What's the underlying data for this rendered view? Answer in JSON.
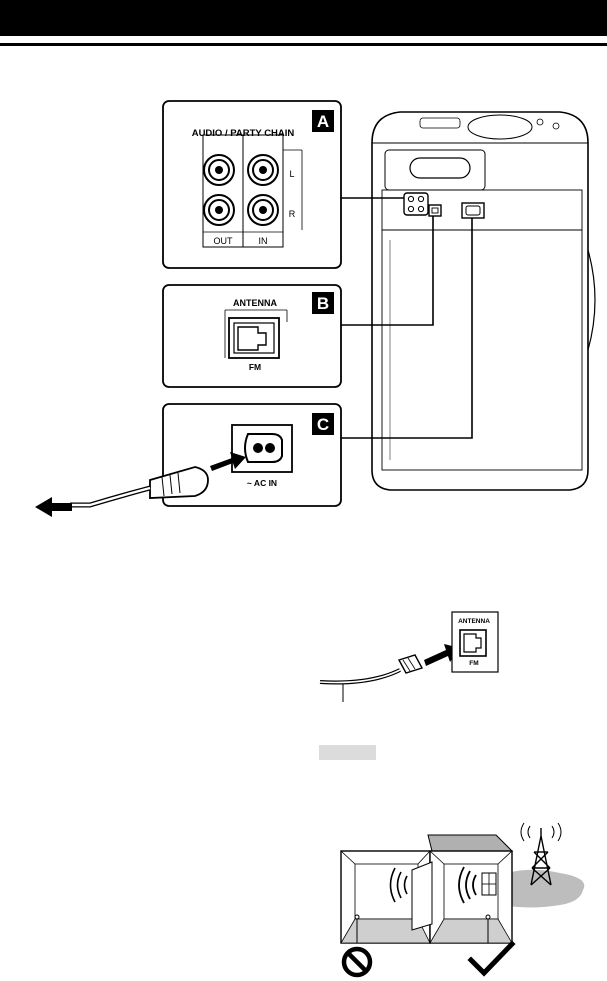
{
  "panels": {
    "a": {
      "badge": "A",
      "title": "AUDIO / PARTY CHAIN",
      "left": "L",
      "right": "R",
      "out": "OUT",
      "in": "IN"
    },
    "b": {
      "badge": "B",
      "title": "ANTENNA",
      "fm": "FM"
    },
    "c": {
      "badge": "C",
      "label": "~ AC IN"
    }
  },
  "antenna_detail": {
    "title": "ANTENNA",
    "fm": "FM"
  },
  "placement": {
    "bad_symbol": "prohibited",
    "good_symbol": "checkmark"
  }
}
